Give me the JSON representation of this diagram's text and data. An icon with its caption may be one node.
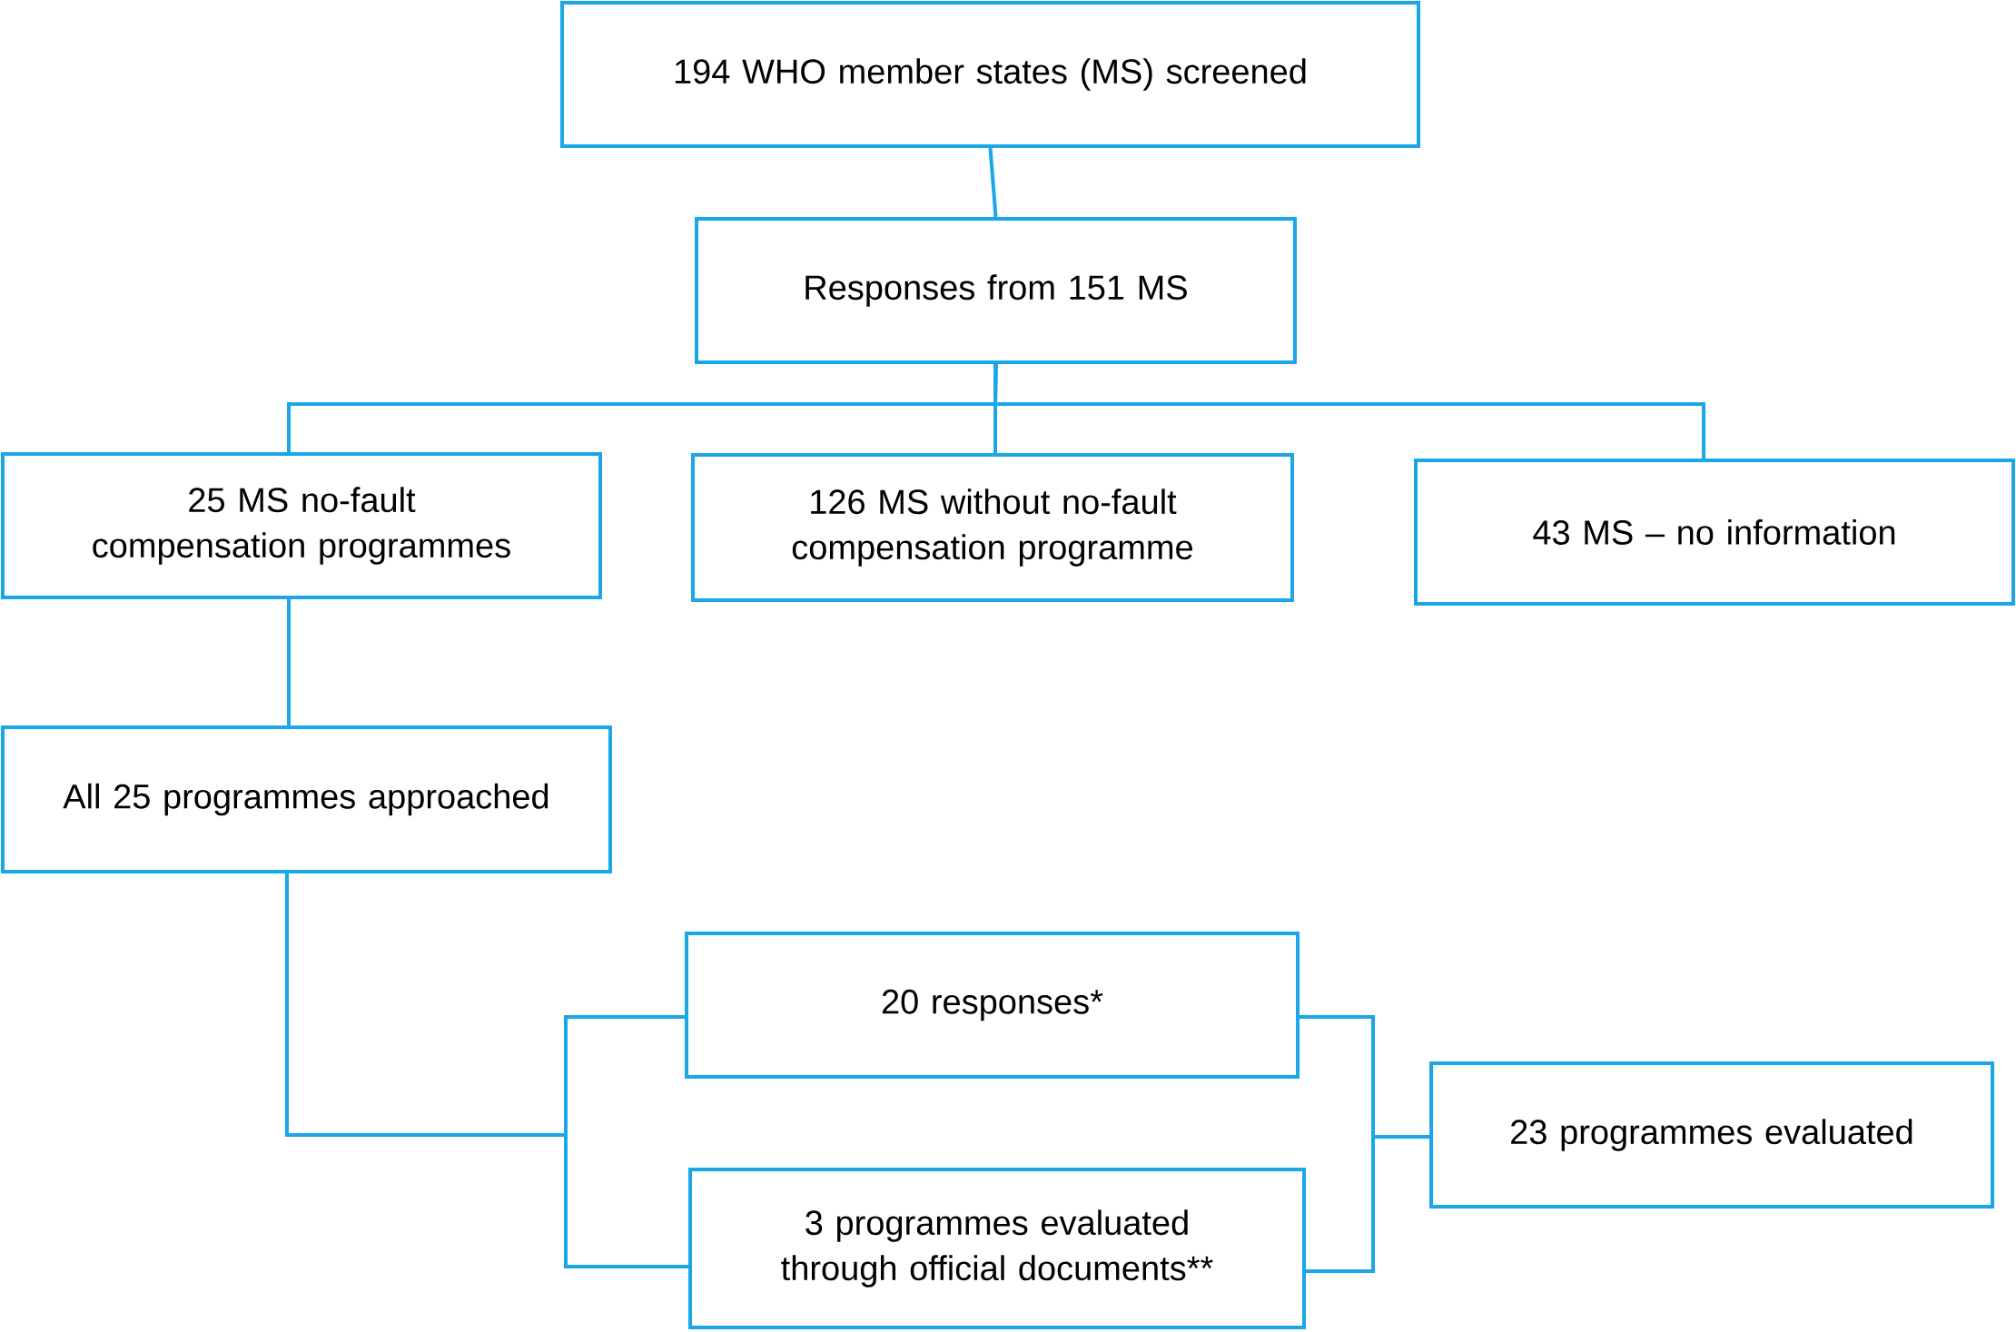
{
  "diagram": {
    "nodes": [
      {
        "text": [
          "194 WHO member states (MS) screened"
        ]
      },
      {
        "text": [
          "Responses from 151 MS"
        ]
      },
      {
        "text": [
          "25 MS no-fault compensation programmes"
        ]
      },
      {
        "text": [
          "126 MS without no-fault compensation programme"
        ]
      },
      {
        "text": [
          "43 MS – no information"
        ]
      },
      {
        "text": [
          "All 25 programmes approached"
        ]
      },
      {
        "text": [
          "20 responses*"
        ]
      },
      {
        "text": [
          "3 programmes evaluated through official documents**"
        ]
      },
      {
        "text": [
          "23 programmes evaluated"
        ]
      }
    ],
    "edges": [
      {
        "from": 0,
        "to": 1,
        "arrow": "none"
      },
      {
        "from": 1,
        "to": 2,
        "arrow": "none"
      },
      {
        "from": 1,
        "to": 3,
        "arrow": "none"
      },
      {
        "from": 1,
        "to": 4,
        "arrow": "none"
      },
      {
        "from": 2,
        "to": 5,
        "arrow": "none"
      },
      {
        "from": 5,
        "to": 6,
        "arrow": "none"
      },
      {
        "from": 5,
        "to": 7,
        "arrow": "none"
      },
      {
        "from": 6,
        "to": 8,
        "arrow": "none"
      },
      {
        "from": 7,
        "to": 8,
        "arrow": "none"
      }
    ]
  }
}
